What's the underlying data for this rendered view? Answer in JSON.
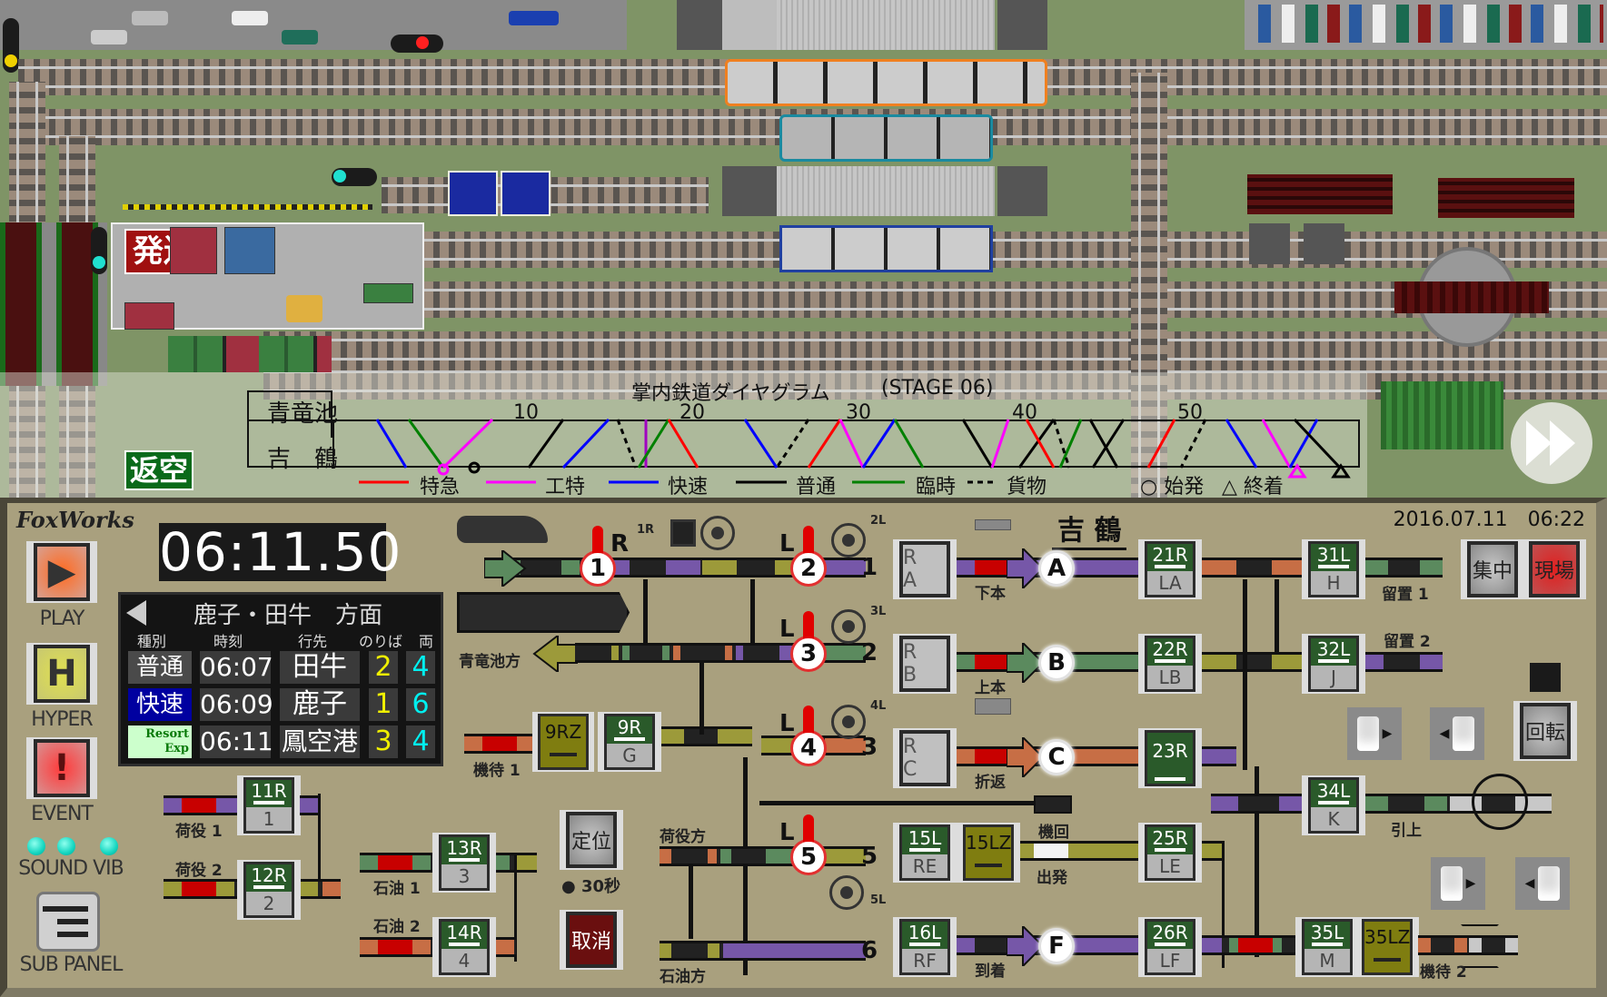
{
  "yard": {
    "sign_dispatch": "発送",
    "sign_return_empty": "返空"
  },
  "diagram": {
    "title": "掌内鉄道ダイヤグラム",
    "stage": "(STAGE 06)",
    "station_top": "青竜池",
    "station_bottom": "吉　鶴",
    "ticks": [
      "10",
      "20",
      "30",
      "40",
      "50"
    ],
    "legend": [
      {
        "label": "特急",
        "color": "#ff0000"
      },
      {
        "label": "工特",
        "color": "#ff00ff"
      },
      {
        "label": "快速",
        "color": "#0000ff"
      },
      {
        "label": "普通",
        "color": "#000000"
      },
      {
        "label": "臨時",
        "color": "#008000"
      },
      {
        "label": "貨物",
        "color": "#000000",
        "dashed": true
      }
    ],
    "marker_start": "○ 始発",
    "marker_end": "△ 終着"
  },
  "panel": {
    "brand": "FoxWorks",
    "clock": "06:11.50",
    "datetime": "2016.07.11　06:22",
    "station_name": "吉 鶴",
    "side_buttons": [
      {
        "label": "PLAY",
        "glyph": "▶"
      },
      {
        "label": "HYPER",
        "glyph": "H"
      },
      {
        "label": "EVENT",
        "glyph": "!"
      }
    ],
    "sound_vib_label": "SOUND VIB",
    "sub_panel_label": "SUB PANEL",
    "board": {
      "direction": "鹿子・田牛　方面",
      "columns": [
        "種別",
        "時刻",
        "行先",
        "のりば",
        "両"
      ],
      "rows": [
        {
          "type": "普通",
          "time": "06:07",
          "dest": "田牛",
          "track": "2",
          "cars": "4",
          "type_bg": "#4a4a4a"
        },
        {
          "type": "快速",
          "time": "06:09",
          "dest": "鹿子",
          "track": "1",
          "cars": "6",
          "type_bg": "#0000a0"
        },
        {
          "type": "Resort Exp",
          "time": "06:11",
          "dest": "鳳空港",
          "track": "3",
          "cars": "4",
          "type_bg": "#ccffcc"
        }
      ]
    },
    "signals": {
      "s1": "1",
      "s2": "2",
      "s3": "3",
      "s4": "4",
      "s5": "5",
      "lever_r": "R",
      "lever_l": "L",
      "label_1R": "1R",
      "label_2L": "2L",
      "label_3L": "3L",
      "label_4L": "4L",
      "label_5L": "5L"
    },
    "track_numbers": [
      "1",
      "2",
      "3",
      "5",
      "6"
    ],
    "route_letters": [
      "A",
      "B",
      "C",
      "F"
    ],
    "route_buttons": {
      "RA": "R A",
      "RB": "R B",
      "RC": "R C",
      "r21": {
        "top": "21R",
        "bot": "LA"
      },
      "r22": {
        "top": "22R",
        "bot": "LB"
      },
      "r23": {
        "top": "23R"
      },
      "r25": {
        "top": "25R",
        "bot": "LE"
      },
      "r26": {
        "top": "26R",
        "bot": "LF"
      },
      "r31": {
        "top": "31L",
        "bot": "H"
      },
      "r32": {
        "top": "32L",
        "bot": "J"
      },
      "r34": {
        "top": "34L",
        "bot": "K"
      },
      "r35": {
        "top": "35L",
        "bot": "M"
      },
      "r35z": "35LZ",
      "r15": {
        "top": "15L",
        "bot": "RE"
      },
      "r15z": "15LZ",
      "r16": {
        "top": "16L",
        "bot": "RF"
      },
      "r9": {
        "top": "9R",
        "bot": "G"
      },
      "r9z": "9RZ",
      "r11": {
        "top": "11R",
        "bot": "1"
      },
      "r12": {
        "top": "12R",
        "bot": "2"
      },
      "r13": {
        "top": "13R",
        "bot": "3"
      },
      "r14": {
        "top": "14R",
        "bot": "4"
      }
    },
    "labels": {
      "aoryuike_dir": "青竜池方",
      "kitai1": "機待 1",
      "kitai2": "機待 2",
      "niyaku1": "荷役 1",
      "niyaku2": "荷役 2",
      "niyaku_dir": "荷役方",
      "sekiyu1": "石油 1",
      "sekiyu2": "石油 2",
      "sekiyu_dir": "石油方",
      "shimohon": "下本",
      "kamihon": "上本",
      "orikaeshi": "折返",
      "kikai": "機回",
      "shuppatsu": "出発",
      "touchaku": "到着",
      "ryuchi1": "留置 1",
      "ryuchi2": "留置 2",
      "hikiage": "引上",
      "thirty_sec": "● 30秒"
    },
    "control_buttons": {
      "shuchu": "集中",
      "genba": "現場",
      "teii": "定位",
      "torikeshi": "取消",
      "kaiten": "回転"
    }
  }
}
